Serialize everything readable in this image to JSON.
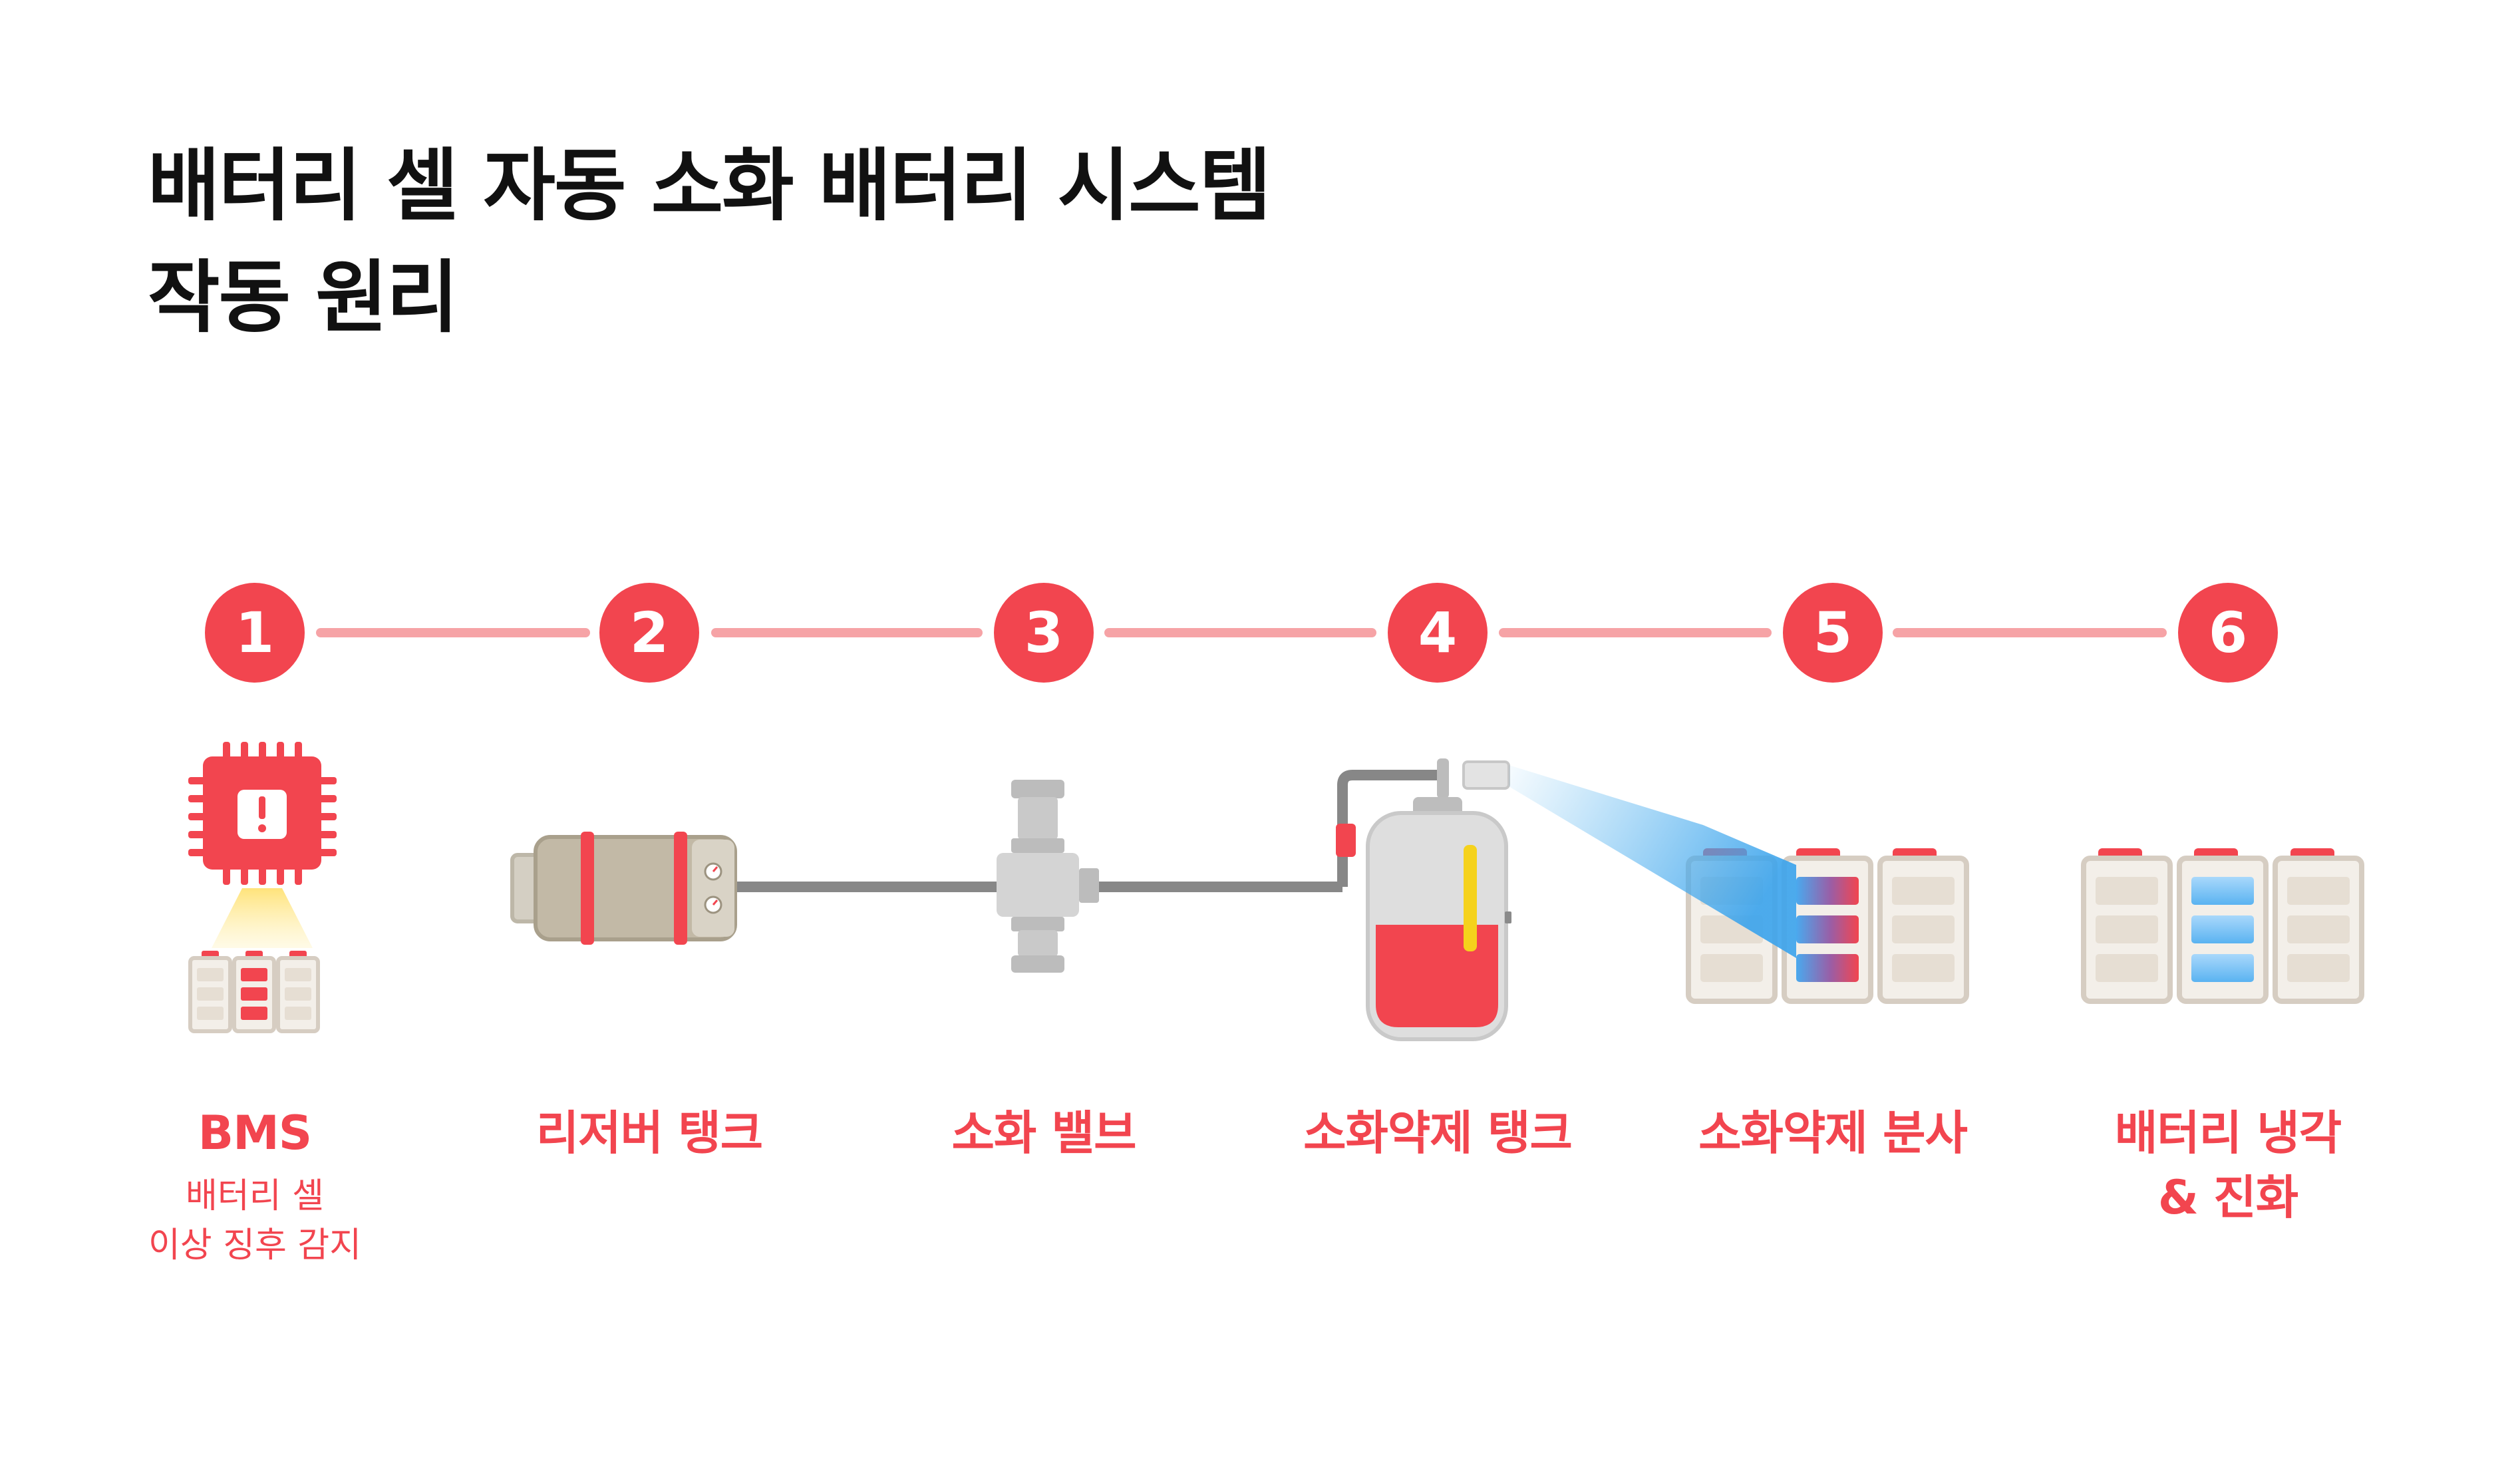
{
  "title": {
    "line1": "배터리 셀 자동 소화 배터리 시스템",
    "line2": "작동 원리"
  },
  "colors": {
    "accent": "#f2454f",
    "connector": "#f6a3a6",
    "pipe": "#8a8a8a",
    "cell_frame": "#d6cdc2",
    "cell_fill": "#f3efe9",
    "agent_red": "#f2454f",
    "spray_blue": "#58b6f0",
    "gauge_yellow": "#f5d21c"
  },
  "steps": [
    {
      "number": "1",
      "label": [
        "BMS"
      ],
      "sub": [
        "배터리 셀",
        "이상 징후 감지"
      ],
      "icon": "bms-chip-alert-icon"
    },
    {
      "number": "2",
      "label": [
        "리저버 탱크"
      ],
      "icon": "reservoir-tank-icon"
    },
    {
      "number": "3",
      "label": [
        "소화 밸브"
      ],
      "icon": "valve-icon"
    },
    {
      "number": "4",
      "label": [
        "소화약제 탱크"
      ],
      "icon": "extinguishing-agent-tank-icon"
    },
    {
      "number": "5",
      "label": [
        "소화약제 분사"
      ],
      "icon": "agent-spray-icon"
    },
    {
      "number": "6",
      "label": [
        "배터리 냉각",
        "& 진화"
      ],
      "icon": "battery-cooling-icon"
    }
  ]
}
